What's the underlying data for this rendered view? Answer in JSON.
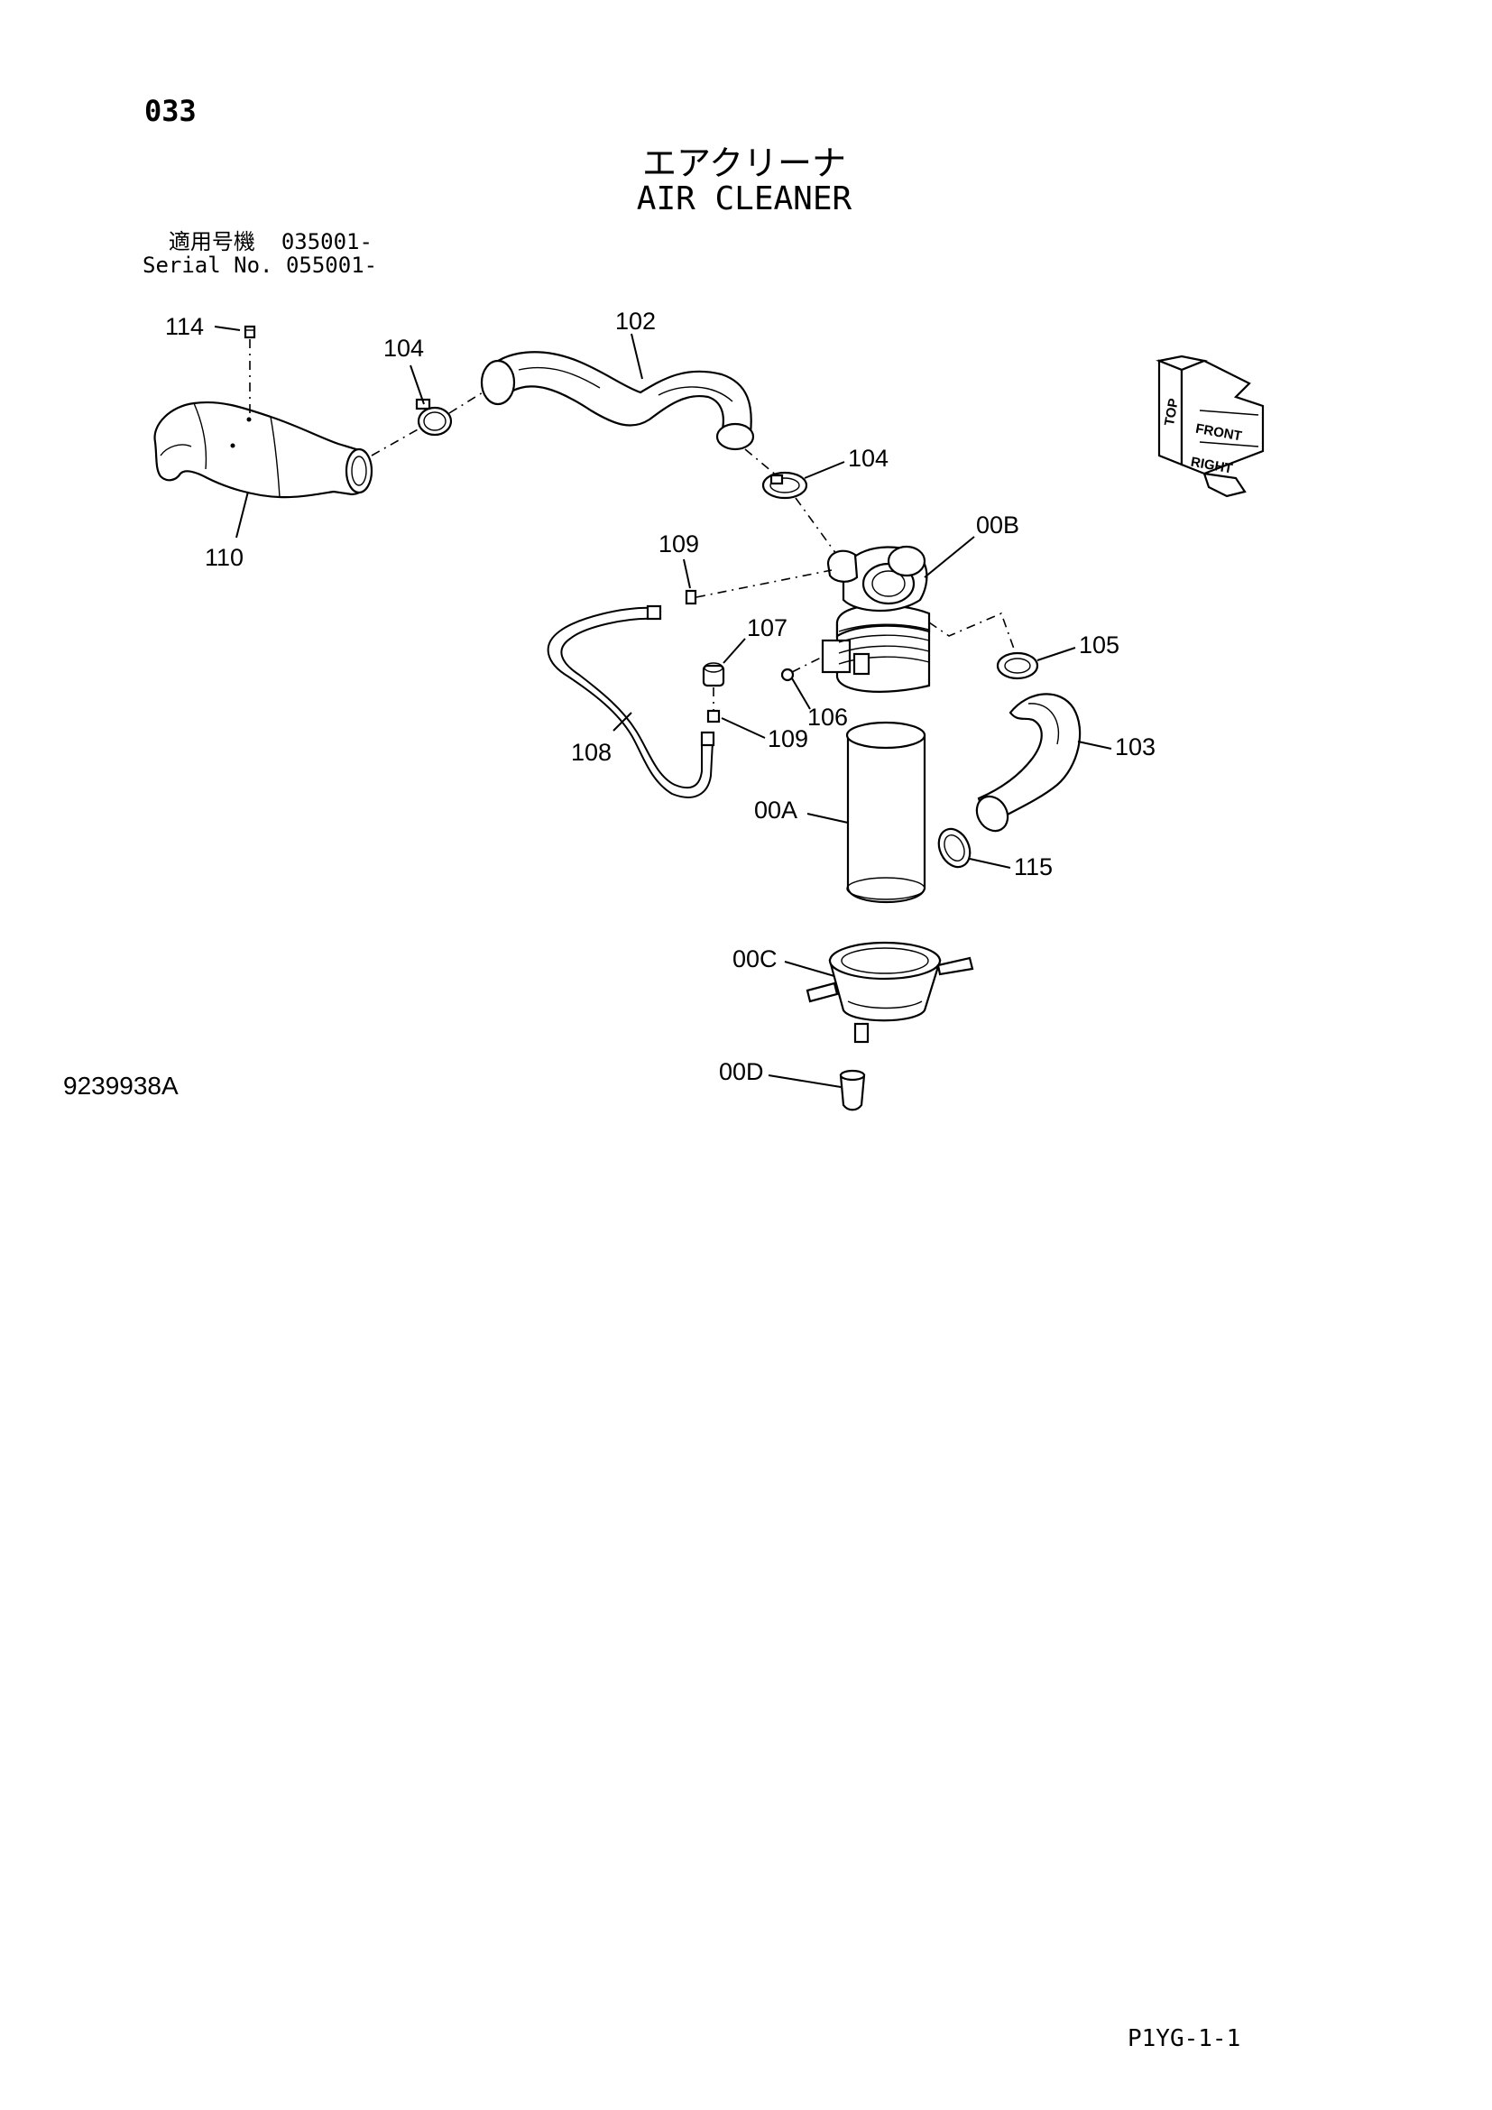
{
  "page_number": "033",
  "title_jp": "エアクリーナ",
  "title_en": "AIR CLEANER",
  "serial": {
    "jp_label": "適用号機",
    "jp_value": "035001-",
    "en_label": "Serial No.",
    "en_value": "055001-"
  },
  "orientation": {
    "top": "TOP",
    "front": "FRONT",
    "right": "RIGHT"
  },
  "callouts": {
    "c114": "114",
    "c104a": "104",
    "c102": "102",
    "c104b": "104",
    "c110": "110",
    "c109a": "109",
    "c00B": "00B",
    "c105": "105",
    "c107": "107",
    "c106": "106",
    "c109b": "109",
    "c108": "108",
    "c103": "103",
    "c00A": "00A",
    "c115": "115",
    "c00C": "00C",
    "c00D": "00D"
  },
  "drawing_id": "9239938A",
  "page_code": "P1YG-1-1"
}
